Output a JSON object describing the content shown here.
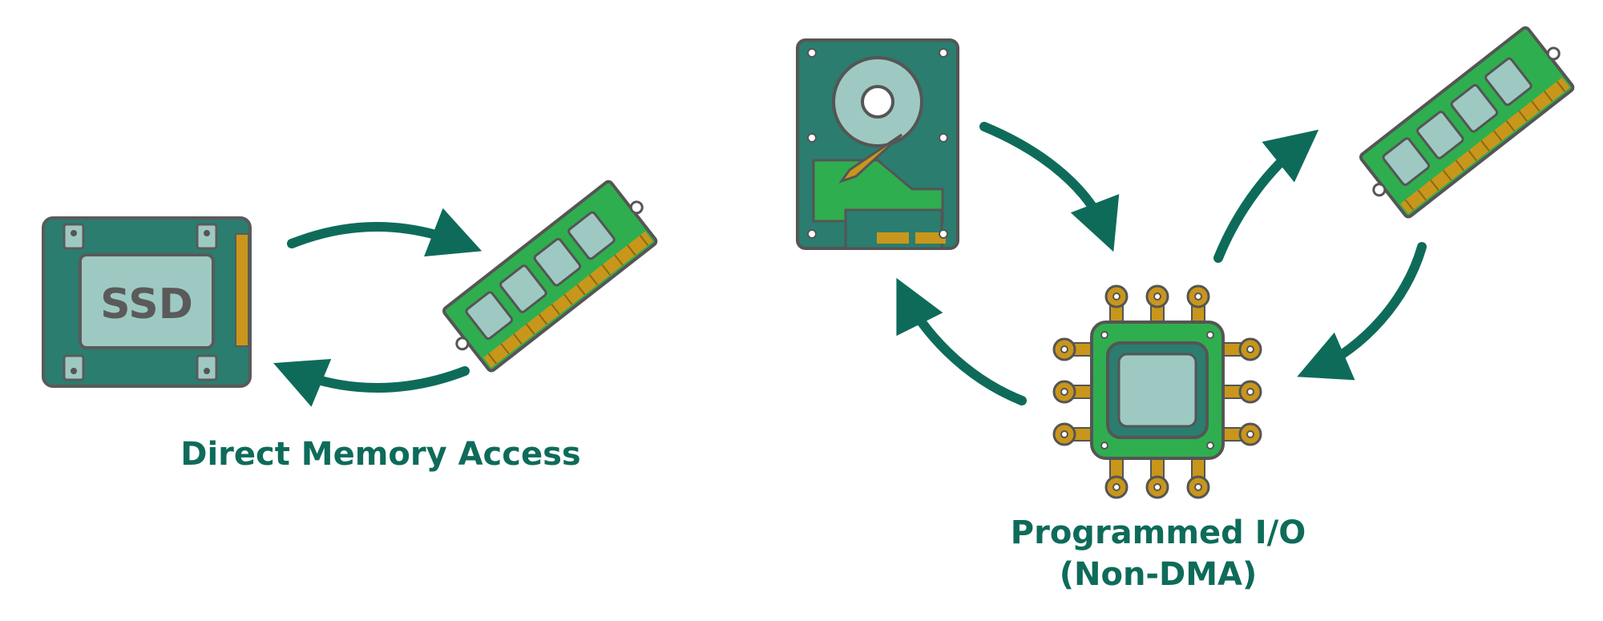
{
  "captions": {
    "dma": "Direct Memory Access",
    "pio_line1": "Programmed I/O",
    "pio_line2": "(Non-DMA)"
  },
  "ssd": {
    "label": "SSD"
  },
  "icons": [
    "ssd-drive-icon",
    "ram-module-icon",
    "hard-disk-drive-icon",
    "cpu-chip-icon",
    "flow-arrow-icon"
  ],
  "colors": {
    "teal_dark": "#0e6b5a",
    "teal_body": "#2a7d6f",
    "board_green": "#2fae4f",
    "chip_light": "#9ec9c2",
    "gold": "#c9961c",
    "outline": "#555555"
  }
}
